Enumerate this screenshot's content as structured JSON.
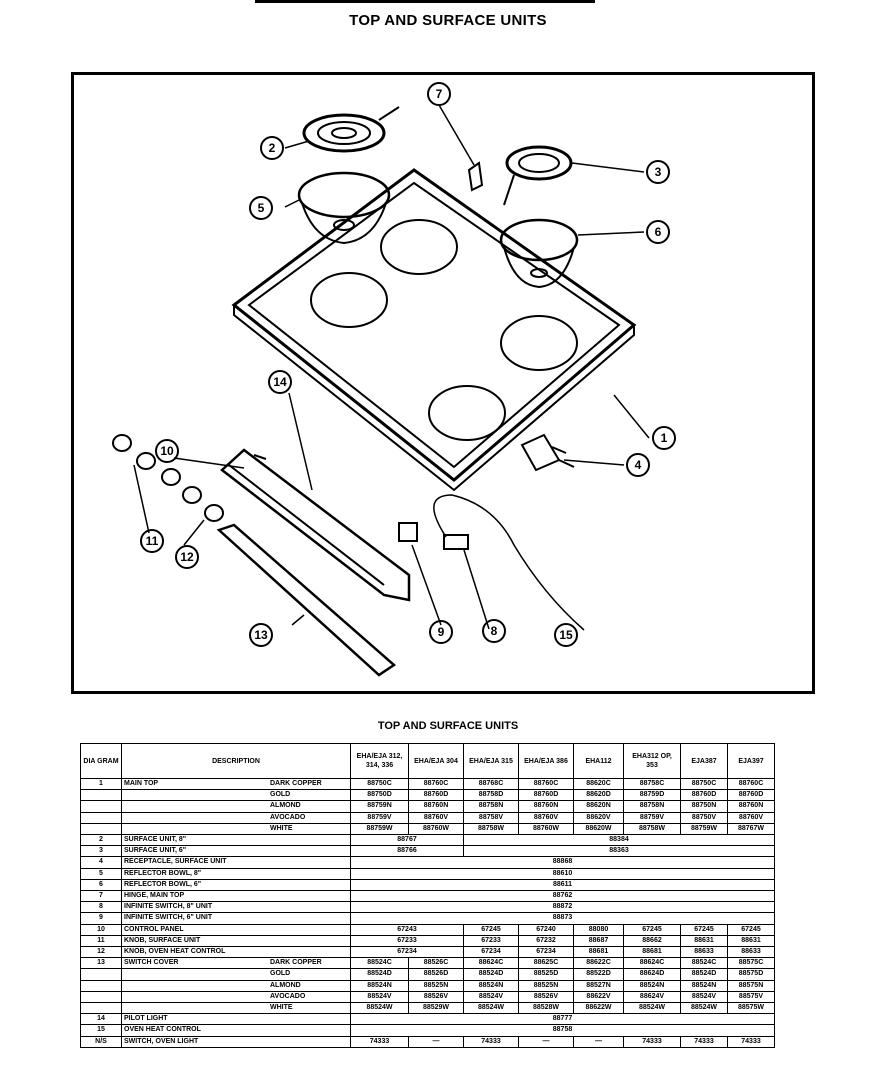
{
  "title": "TOP AND SURFACE UNITS",
  "diagram": {
    "callouts": [
      "1",
      "2",
      "3",
      "4",
      "5",
      "6",
      "7",
      "8",
      "9",
      "10",
      "11",
      "12",
      "13",
      "14",
      "15"
    ]
  },
  "table": {
    "title": "TOP AND SURFACE UNITS",
    "headers": {
      "diagram": "DIA GRAM",
      "description": "DESCRIPTION",
      "models": [
        "EHA/EJA 312, 314, 336",
        "EHA/EJA 304",
        "EHA/EJA 315",
        "EHA/EJA 386",
        "EHA112",
        "EHA312 OP, 353",
        "EJA387",
        "EJA397"
      ]
    },
    "main_top": {
      "dia": "1",
      "desc": "MAIN TOP",
      "rows": [
        {
          "finish": "DARK COPPER",
          "values": [
            "88750C",
            "88760C",
            "88768C",
            "88760C",
            "88620C",
            "88758C",
            "88750C",
            "88760C"
          ]
        },
        {
          "finish": "GOLD",
          "values": [
            "88750D",
            "88760D",
            "88758D",
            "88760D",
            "88620D",
            "88759D",
            "88760D",
            "88760D"
          ]
        },
        {
          "finish": "ALMOND",
          "values": [
            "88759N",
            "88760N",
            "88758N",
            "88760N",
            "88620N",
            "88758N",
            "88750N",
            "88760N"
          ]
        },
        {
          "finish": "AVOCADO",
          "values": [
            "88759V",
            "88760V",
            "88758V",
            "88760V",
            "88620V",
            "88759V",
            "88750V",
            "88760V"
          ]
        },
        {
          "finish": "WHITE",
          "values": [
            "88759W",
            "88760W",
            "88758W",
            "88760W",
            "88620W",
            "88758W",
            "88759W",
            "88767W"
          ]
        }
      ]
    },
    "single_rows": [
      {
        "dia": "2",
        "desc": "SURFACE UNIT, 8\"",
        "left": "88767",
        "right": "88384"
      },
      {
        "dia": "3",
        "desc": "SURFACE UNIT, 6\"",
        "left": "88766",
        "right": "88363"
      },
      {
        "dia": "4",
        "desc": "RECEPTACLE, SURFACE UNIT",
        "all": "88868"
      },
      {
        "dia": "5",
        "desc": "REFLECTOR BOWL, 8\"",
        "all": "88610"
      },
      {
        "dia": "6",
        "desc": "REFLECTOR BOWL, 6\"",
        "all": "88611"
      },
      {
        "dia": "7",
        "desc": "HINGE, MAIN TOP",
        "all": "88762"
      },
      {
        "dia": "8",
        "desc": "INFINITE SWITCH, 8\" UNIT",
        "all": "88872"
      },
      {
        "dia": "9",
        "desc": "INFINITE SWITCH, 6\" UNIT",
        "all": "88873"
      }
    ],
    "control_rows": [
      {
        "dia": "10",
        "desc": "CONTROL PANEL",
        "span": "67243",
        "values": [
          "67245",
          "67240",
          "88080",
          "67245",
          "67245",
          "67245"
        ]
      },
      {
        "dia": "11",
        "desc": "KNOB, SURFACE UNIT",
        "span": "67233",
        "values": [
          "67233",
          "67232",
          "88687",
          "88662",
          "88631",
          "88631"
        ]
      },
      {
        "dia": "12",
        "desc": "KNOB, OVEN HEAT CONTROL",
        "span": "67234",
        "values": [
          "67234",
          "67234",
          "88681",
          "88681",
          "88633",
          "88633"
        ]
      }
    ],
    "switch_cover": {
      "dia": "13",
      "desc": "SWITCH COVER",
      "rows": [
        {
          "finish": "DARK COPPER",
          "values": [
            "88524C",
            "88526C",
            "88624C",
            "88625C",
            "88622C",
            "88624C",
            "88524C",
            "88575C"
          ]
        },
        {
          "finish": "GOLD",
          "values": [
            "88524D",
            "88526D",
            "88524D",
            "88525D",
            "88522D",
            "88624D",
            "88524D",
            "88575D"
          ]
        },
        {
          "finish": "ALMOND",
          "values": [
            "88524N",
            "88525N",
            "88524N",
            "88525N",
            "88527N",
            "88524N",
            "88524N",
            "88575N"
          ]
        },
        {
          "finish": "AVOCADO",
          "values": [
            "88524V",
            "88526V",
            "88524V",
            "88526V",
            "88622V",
            "88624V",
            "88524V",
            "88575V"
          ]
        },
        {
          "finish": "WHITE",
          "values": [
            "88524W",
            "88529W",
            "88524W",
            "88528W",
            "88622W",
            "88524W",
            "88524W",
            "88575W"
          ]
        }
      ]
    },
    "tail_rows": [
      {
        "dia": "14",
        "desc": "PILOT LIGHT",
        "all": "88777"
      },
      {
        "dia": "15",
        "desc": "OVEN HEAT CONTROL",
        "all": "88758"
      }
    ],
    "last_row": {
      "dia": "N/S",
      "desc": "SWITCH, OVEN LIGHT",
      "values": [
        "74333",
        "—",
        "74333",
        "—",
        "—",
        "74333",
        "74333",
        "74333"
      ]
    }
  }
}
